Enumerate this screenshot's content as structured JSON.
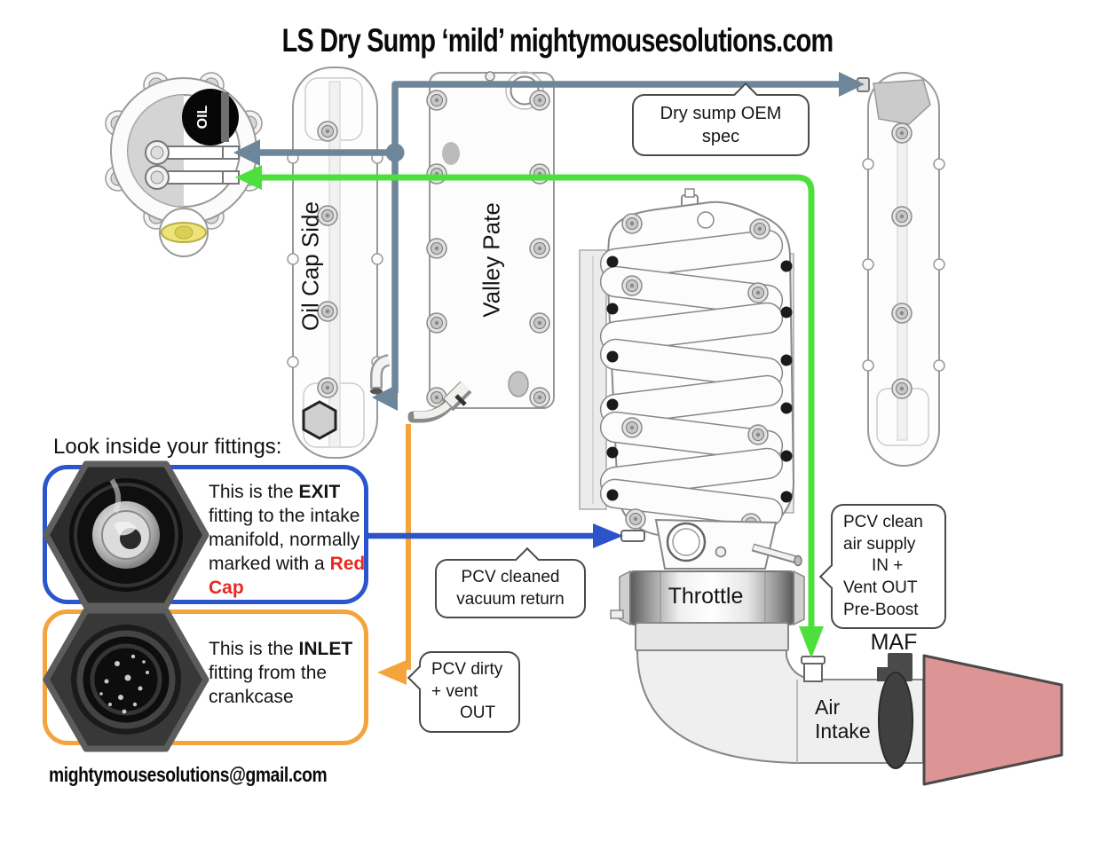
{
  "title": "LS Dry Sump ‘mild’ mightymousesolutions.com",
  "email": "mightymousesolutions@gmail.com",
  "parts": {
    "oil_cap_text": "OIL",
    "oil_cap_side": "Oil Cap Side",
    "valley_plate": "Valley Pate",
    "throttle": "Throttle",
    "maf": "MAF",
    "air_intake_lines": [
      "Air",
      "Intake"
    ]
  },
  "callouts": {
    "dry_sump": "Dry sump OEM spec",
    "pcv_cleaned": [
      "PCV cleaned",
      "vacuum return"
    ],
    "pcv_dirty": [
      "PCV dirty",
      "+ vent",
      "OUT"
    ],
    "pcv_clean": [
      "PCV clean",
      "air supply",
      "IN +",
      "Vent OUT",
      "Pre-Boost"
    ]
  },
  "fittings": {
    "heading": "Look inside your fittings:",
    "exit_text": {
      "lead": "This is the ",
      "bold": "EXIT",
      "rest": " fitting to the intake manifold, normally marked with a ",
      "highlight": "Red Cap"
    },
    "inlet_text": {
      "lead": "This is the ",
      "bold": "INLET",
      "rest": " fitting from the crankcase"
    }
  },
  "colors": {
    "line_gray": "#6d8699",
    "line_green": "#4de03c",
    "line_blue": "#2d53c8",
    "line_orange": "#f4a43c",
    "red_cap_text": "#e8291f",
    "filter_pink": "#dd9494",
    "exit_border": "#2b55cc",
    "inlet_border": "#f3a43c"
  }
}
